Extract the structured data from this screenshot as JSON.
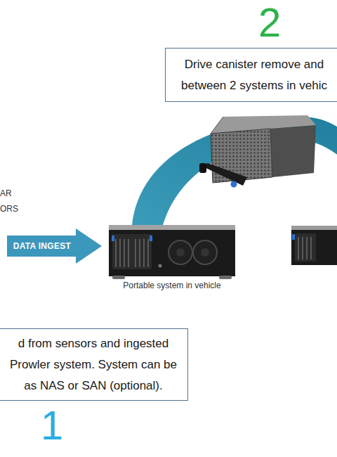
{
  "diagram": {
    "nodes": [
      {
        "text": [
          "Drive canister remove and between 2 systems in vehic"
        ]
      },
      {
        "text": [
          "DATA INGEST"
        ]
      },
      {
        "text": [
          "d from sensors and ingested Prowler system. System can be as NAS or SAN (optional)."
        ]
      }
    ],
    "labels": [
      "2",
      "AR",
      "ORS",
      "Portable system in vehicle",
      "1"
    ]
  }
}
